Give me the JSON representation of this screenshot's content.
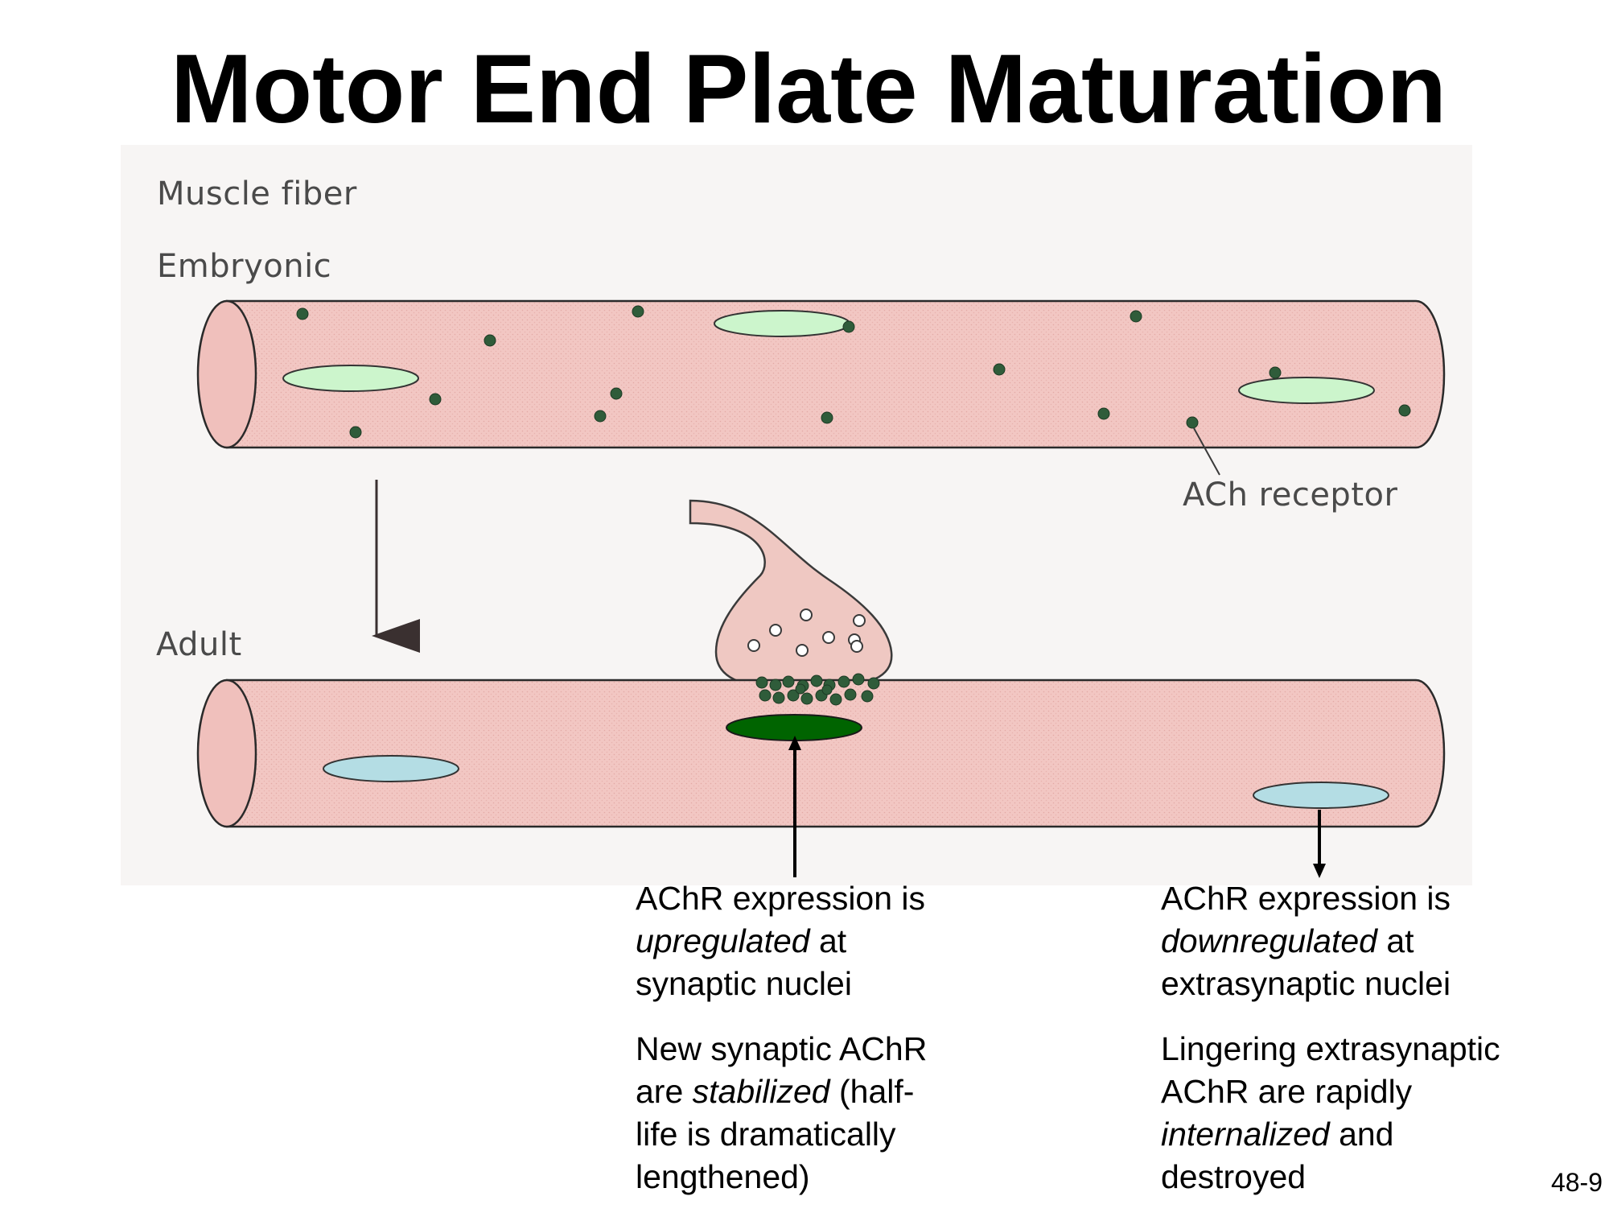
{
  "slide": {
    "title": "Motor End Plate Maturation",
    "number": "48-9"
  },
  "figure": {
    "labels": {
      "muscle_fiber": "Muscle fiber",
      "embryonic": "Embryonic",
      "adult": "Adult",
      "ach_receptor": "ACh receptor"
    },
    "colors": {
      "fiber": "#f2c7c3",
      "receptor": "#2f5c3a",
      "embryonic_nucleus": "#ccf5cc",
      "synaptic_nucleus": "#006400",
      "extrasynaptic_nucleus": "#b4dde4",
      "nerve_terminal": "#efc8c2"
    }
  },
  "captions": {
    "synaptic": {
      "line1_pre": "AChR expression is",
      "line2_em": "upregulated",
      "line2_post": " at",
      "line3": "synaptic nuclei",
      "para2_line1": "New synaptic AChR",
      "para2_line2_pre": "are ",
      "para2_line2_em": "stabilized",
      "para2_line2_post": " (half-",
      "para2_line3": "life is dramatically",
      "para2_line4": "lengthened)"
    },
    "extrasynaptic": {
      "line1_pre": "AChR expression is",
      "line2_em": "downregulated",
      "line2_post": " at",
      "line3": "extrasynaptic nuclei",
      "para2_line1": "Lingering extrasynaptic",
      "para2_line2": "AChR are rapidly",
      "para2_line3_em": "internalized",
      "para2_line3_post": " and",
      "para2_line4": "destroyed"
    }
  }
}
